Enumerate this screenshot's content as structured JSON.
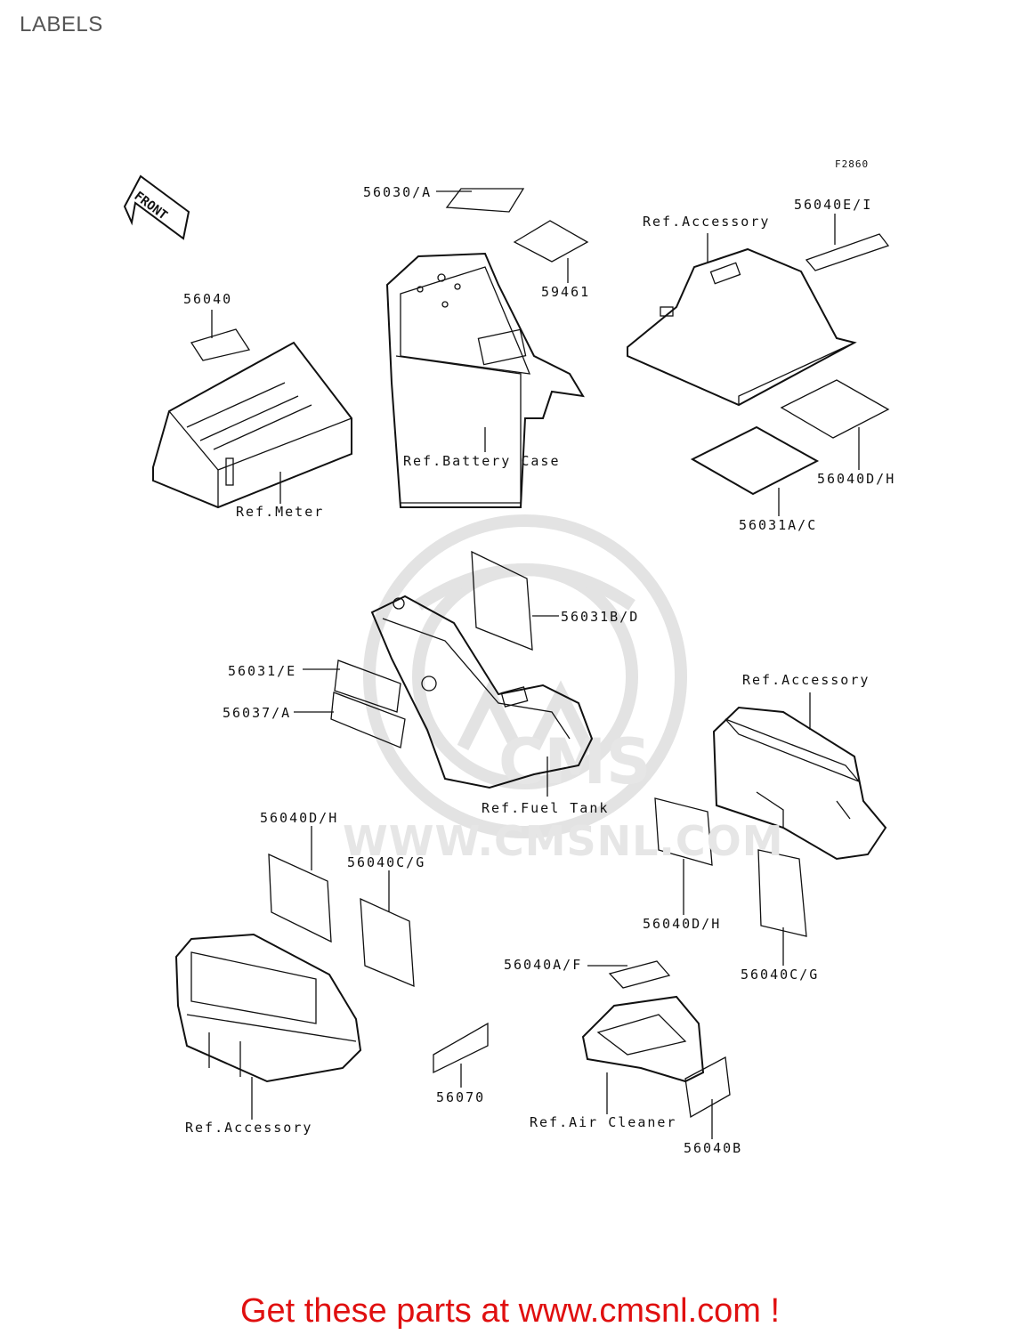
{
  "page": {
    "title": "LABELS"
  },
  "figure": {
    "id": "F2860"
  },
  "front_arrow": {
    "label": "FRONT"
  },
  "part_numbers": {
    "p56030A": "56030/A",
    "p59461": "59461",
    "p56040EI": "56040E/I",
    "p56040": "56040",
    "p56040DH_top": "56040D/H",
    "p56031AC": "56031A/C",
    "p56031BD": "56031B/D",
    "p56031E": "56031/E",
    "p56037A": "56037/A",
    "p56040DH_left": "56040D/H",
    "p56040CG_mid": "56040C/G",
    "p56040DH_right": "56040D/H",
    "p56040CG_right": "56040C/G",
    "p56040AF": "56040A/F",
    "p56070": "56070",
    "p56040B": "56040B"
  },
  "references": {
    "accessory_top": "Ref.Accessory",
    "battery_case": "Ref.Battery Case",
    "meter": "Ref.Meter",
    "accessory_right": "Ref.Accessory",
    "fuel_tank": "Ref.Fuel Tank",
    "accessory_bottom": "Ref.Accessory",
    "air_cleaner": "Ref.Air Cleaner"
  },
  "watermark": {
    "url": "WWW.CMSNL.COM",
    "logo_text": "CMS"
  },
  "footer": {
    "link_text": "Get these parts at www.cmsnl.com !"
  },
  "colors": {
    "footer_link": "#e01010",
    "line_art": "#111111",
    "watermark": "#e3e3e3"
  }
}
